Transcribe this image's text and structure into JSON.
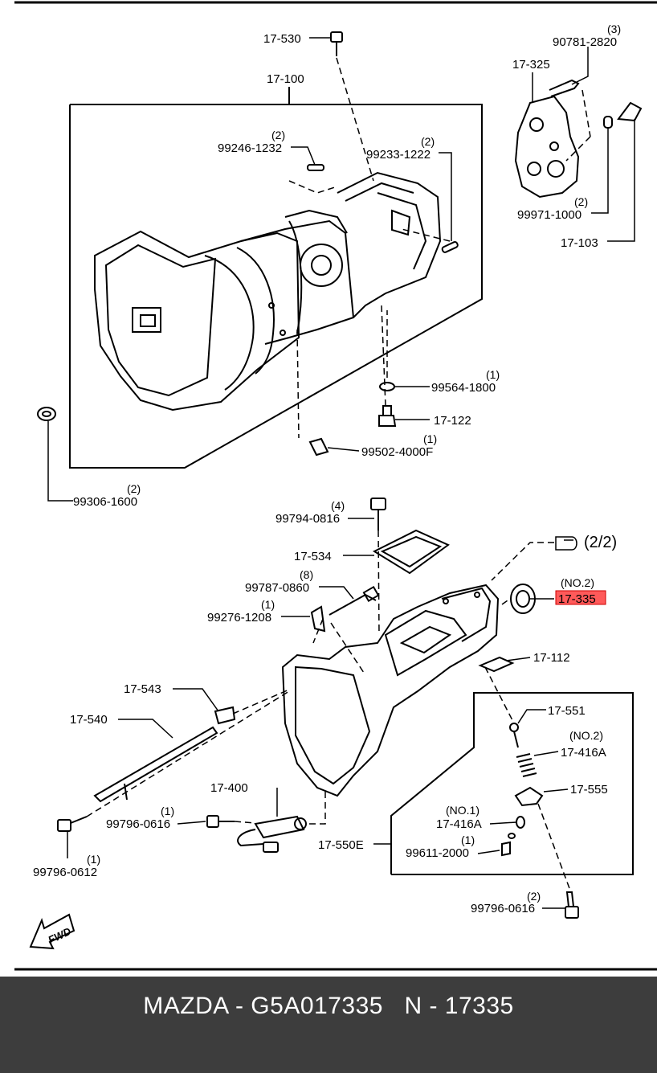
{
  "labels": {
    "p17_530": "17-530",
    "p17_100": "17-100",
    "q_99246": "(2)",
    "p99246": "99246-1232",
    "q_99233": "(2)",
    "p99233": "99233-1222",
    "q_90781": "(3)",
    "p90781": "90781-2820",
    "p17_325": "17-325",
    "q_99971": "(2)",
    "p99971": "99971-1000",
    "p17_103": "17-103",
    "q_99564": "(1)",
    "p99564": "99564-1800",
    "p17_122": "17-122",
    "q_99502": "(1)",
    "p99502": "99502-4000F",
    "q_99306": "(2)",
    "p99306": "99306-1600",
    "q_99794": "(4)",
    "p99794": "99794-0816",
    "p17_534": "17-534",
    "ref_2_2": "(2/2)",
    "no2_335": "(NO.2)",
    "p17_335": "17-335",
    "q_99787": "(8)",
    "p99787": "99787-0860",
    "q_99276": "(1)",
    "p99276": "99276-1208",
    "p17_112": "17-112",
    "p17_543": "17-543",
    "p17_540": "17-540",
    "p17_551": "17-551",
    "no2_416": "(NO.2)",
    "p17_416A_2": "17-416A",
    "p17_555": "17-555",
    "p17_400": "17-400",
    "q_99796a": "(1)",
    "p99796a": "99796-0616",
    "no1_416": "(NO.1)",
    "p17_416A_1": "17-416A",
    "q_99611": "(1)",
    "p99611": "99611-2000",
    "p17_550E": "17-550E",
    "q_99796b": "(1)",
    "p99796b": "99796-0612",
    "q_99796c": "(2)",
    "p99796c": "99796-0616",
    "fwd": "FWD"
  },
  "highlight_color": "#ff5a5a",
  "footer": {
    "caption": "MAZDA - G5A017335   N - 17335"
  }
}
